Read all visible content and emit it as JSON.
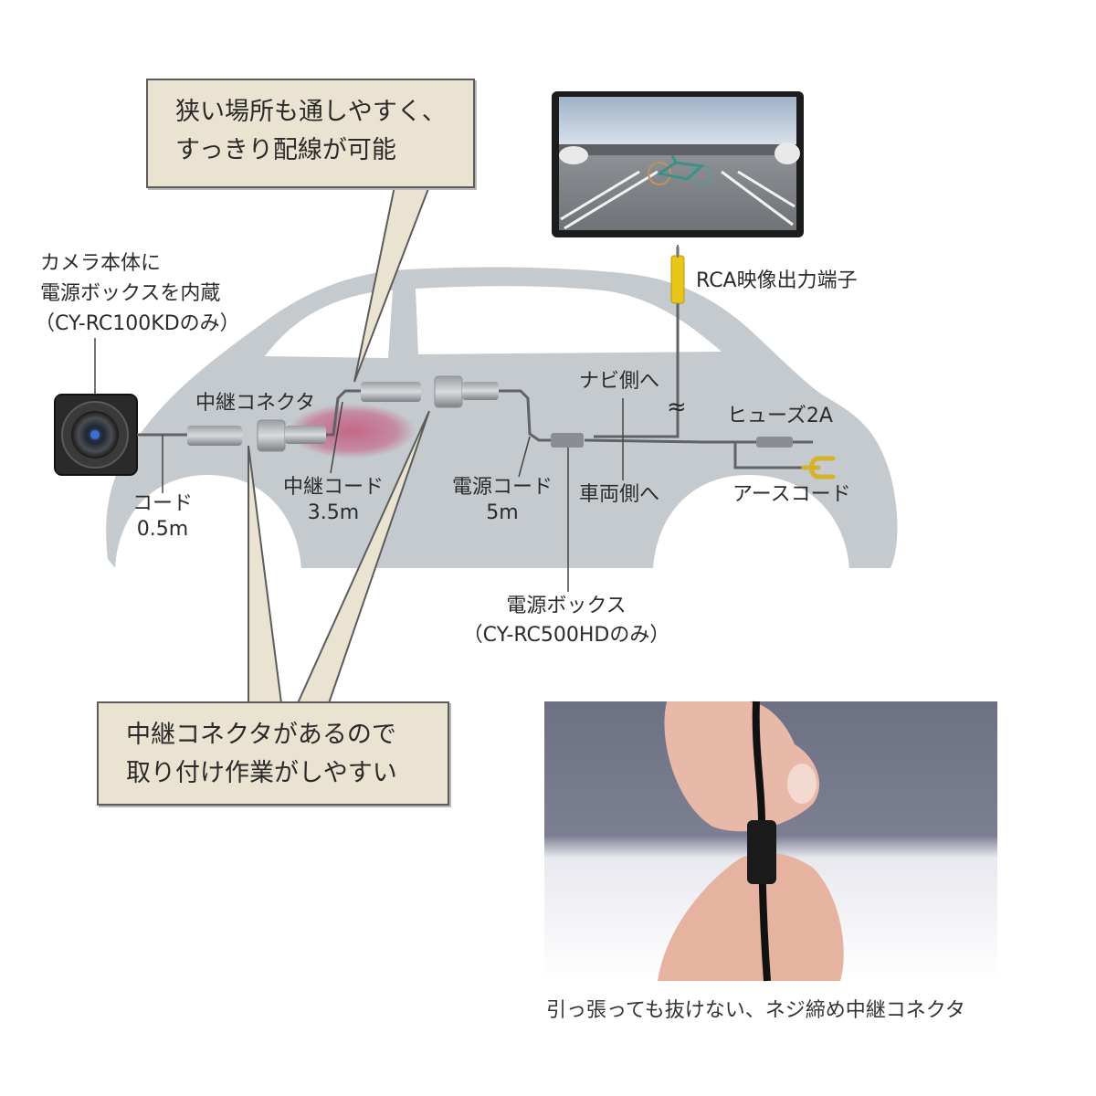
{
  "callouts": {
    "top": {
      "line1": "狭い場所も通しやすく、",
      "line2": "すっきり配線が可能"
    },
    "bottom": {
      "line1": "中継コネクタがあるので",
      "line2": "取り付け作業がしやすい"
    }
  },
  "labels": {
    "camera_power": {
      "line1": "カメラ本体に",
      "line2": "電源ボックスを内蔵",
      "line3": "（CY-RC100KDのみ）"
    },
    "relay_connector": "中継コネクタ",
    "cord": {
      "line1": "コード",
      "line2": "0.5m"
    },
    "relay_cord": {
      "line1": "中継コード",
      "line2": "3.5m"
    },
    "power_cord": {
      "line1": "電源コード",
      "line2": "5m"
    },
    "to_navi": "ナビ側へ",
    "to_vehicle": "車両側へ",
    "fuse": "ヒューズ2A",
    "ground_cord": "アースコード",
    "rca_output": "RCA映像出力端子",
    "power_box": {
      "line1": "電源ボックス",
      "line2": "（CY-RC500HDのみ）"
    },
    "wave_symbol": "≈"
  },
  "photo": {
    "caption": "引っ張っても抜けない、ネジ締め中継コネクタ"
  },
  "colors": {
    "car_body": "#c5cacf",
    "callout_fill": "#ebe3d2",
    "rca_yellow": "#e8c619",
    "ground_lug": "#d9b02a",
    "highlight_pink": "#c4567a",
    "cable": "#5f6367",
    "monitor_frame": "#1c1c1c"
  }
}
